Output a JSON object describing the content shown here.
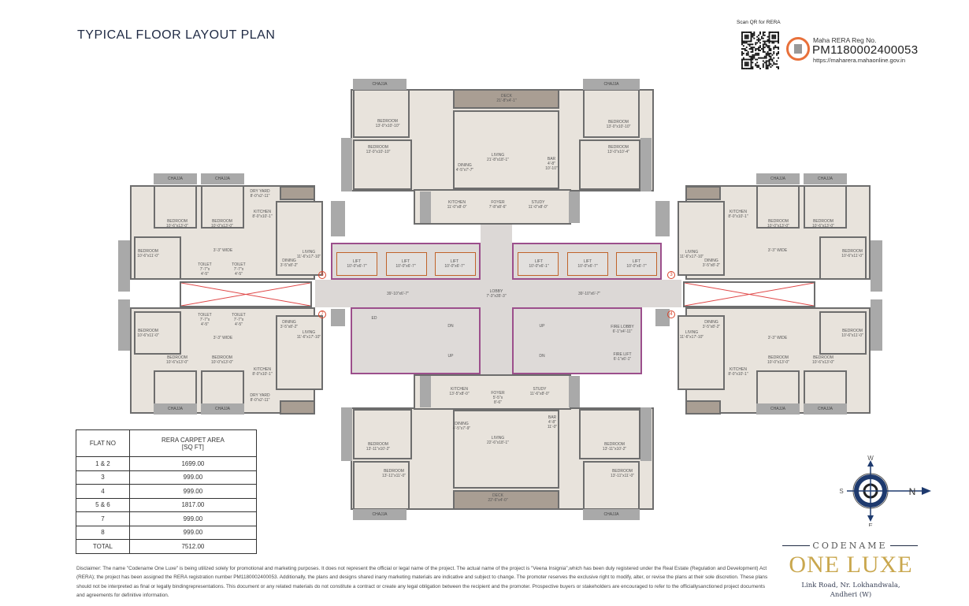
{
  "header": {
    "title": "TYPICAL FLOOR LAYOUT PLAN"
  },
  "rera": {
    "scan_label": "Scan QR for RERA",
    "caption": "Maha RERA Reg No.",
    "number": "PM1180002400053",
    "url": "https://maharera.mahaonline.gov.in"
  },
  "plan": {
    "labels": {
      "chajja": "CHAJJA",
      "deck_top": "DECK\n21'-8\"x4'-1\"",
      "bed_a": "BEDROOM\n13'-0\"x10'-10\"",
      "bed_b": "BEDROOM\n13'-0\"x10'-4\"",
      "living_top": "LIVING\n21'-8\"x18'-1\"",
      "dining_top": "DINING\n4'-5\"x7'-7\"",
      "bar_top": "BAR\n4'-8\"\n10'-10\"",
      "kitchen_top": "KITCHEN\n11'-0\"x8'-0\"",
      "foyer_top": "FOYER\n7'-8\"x8'-6\"",
      "study_top": "STUDY\n11'-0\"x8'-0\"",
      "lift_a": "LIFT\n10'-0\"x6'-7\"",
      "lift_b": "LIFT\n10'-0\"x6'-1\"",
      "corridor": "39'-10\"x6'-7\"",
      "lobby": "LOBBY\n7'-3\"x35'-3\"",
      "ed": "ED",
      "dn": "DN",
      "up": "UP",
      "fire_lobby": "FIRE LOBBY\n6'-1\"x4'-11\"",
      "fire_lift": "FIRE LIFT\n6'-1\"x6'-1\"",
      "kitchen_bot": "KITCHEN\n13'-5\"x8'-0\"",
      "foyer_bot": "FOYER\n5'-5\"x\n8'-6\"",
      "study_bot": "STUDY\n11'-6\"x8'-0\"",
      "dining_bot": "DINING\n4'-5\"x7'-9\"",
      "living_bot": "LIVING\n22'-6\"x18'-1\"",
      "bar_bot": "BAR\n4'-8\"\n11'-0\"",
      "deck_bot": "DECK\n22'-6\"x4'-0\"",
      "bed_c": "BEDROOM\n13'-11\"x10'-2\"",
      "bed_d": "BEDROOM\n13'-11\"x11'-0\"",
      "bed_e": "BEDROOM\n10'-6\"x13'-0\"",
      "bed_f": "BEDROOM\n10'-0\"x13'-0\"",
      "bed_g": "BEDROOM\n10'-6\"x11'-0\"",
      "kitchen_side": "KITCHEN\n8'-0\"x10'-1\"",
      "living_side": "LIVING\n11'-6\"x17'-10\"",
      "dining_side": "DINING\n3'-5\"x8'-2\"",
      "wide": "3'-3\" WIDE",
      "dry_yard": "DRY YARD\n8'-0\"x2'-11\"",
      "toilet": "TOILET\n7'-7\"x\n4'-5\"",
      "flat7": "7",
      "flat8": "8",
      "flat4": "4",
      "flat3": "3"
    }
  },
  "area_table": {
    "headers": [
      "FLAT NO",
      "RERA CARPET AREA\n[SQ FT]"
    ],
    "rows": [
      [
        "1 & 2",
        "1699.00"
      ],
      [
        "3",
        "999.00"
      ],
      [
        "4",
        "999.00"
      ],
      [
        "5 & 6",
        "1817.00"
      ],
      [
        "7",
        "999.00"
      ],
      [
        "8",
        "999.00"
      ],
      [
        "TOTAL",
        "7512.00"
      ]
    ]
  },
  "disclaimer": "Disclaimer: The name \"Codename One Luxe\" is being utilized solely for promotional and marketing purposes. It does not represent the official or legal name of the project. The actual name of the project is \"Veena Insignia\",which has been duly registered under the Real Estate (Regulation and Development) Act (RERA); the project has been assigned the RERA registration number PM1180002400053. Additionally, the plans and designs shared inany marketing materials are indicative and subject to change. The promoter reserves the exclusive right to modify, alter, or revise the plans at their sole discretion. These plans should not be interpreted as final or legally bindingrepresentations. This document or any related materials do not constitute a contract or create any legal obligation between the recipient and the promoter. Prospective buyers or stakeholders are encouraged to refer to the officiallysanctioned project documents and agreements for definitive information.",
  "compass": {
    "w": "W",
    "e": "E",
    "s": "S",
    "n": "N"
  },
  "brand": {
    "codename": "CODENAME",
    "name": "ONE LUXE",
    "address_line1": "Link Road, Nr. Lokhandwala,",
    "address_line2": "Andheri (W)",
    "gold": "#c9a74e",
    "navy": "#1f2a44"
  }
}
